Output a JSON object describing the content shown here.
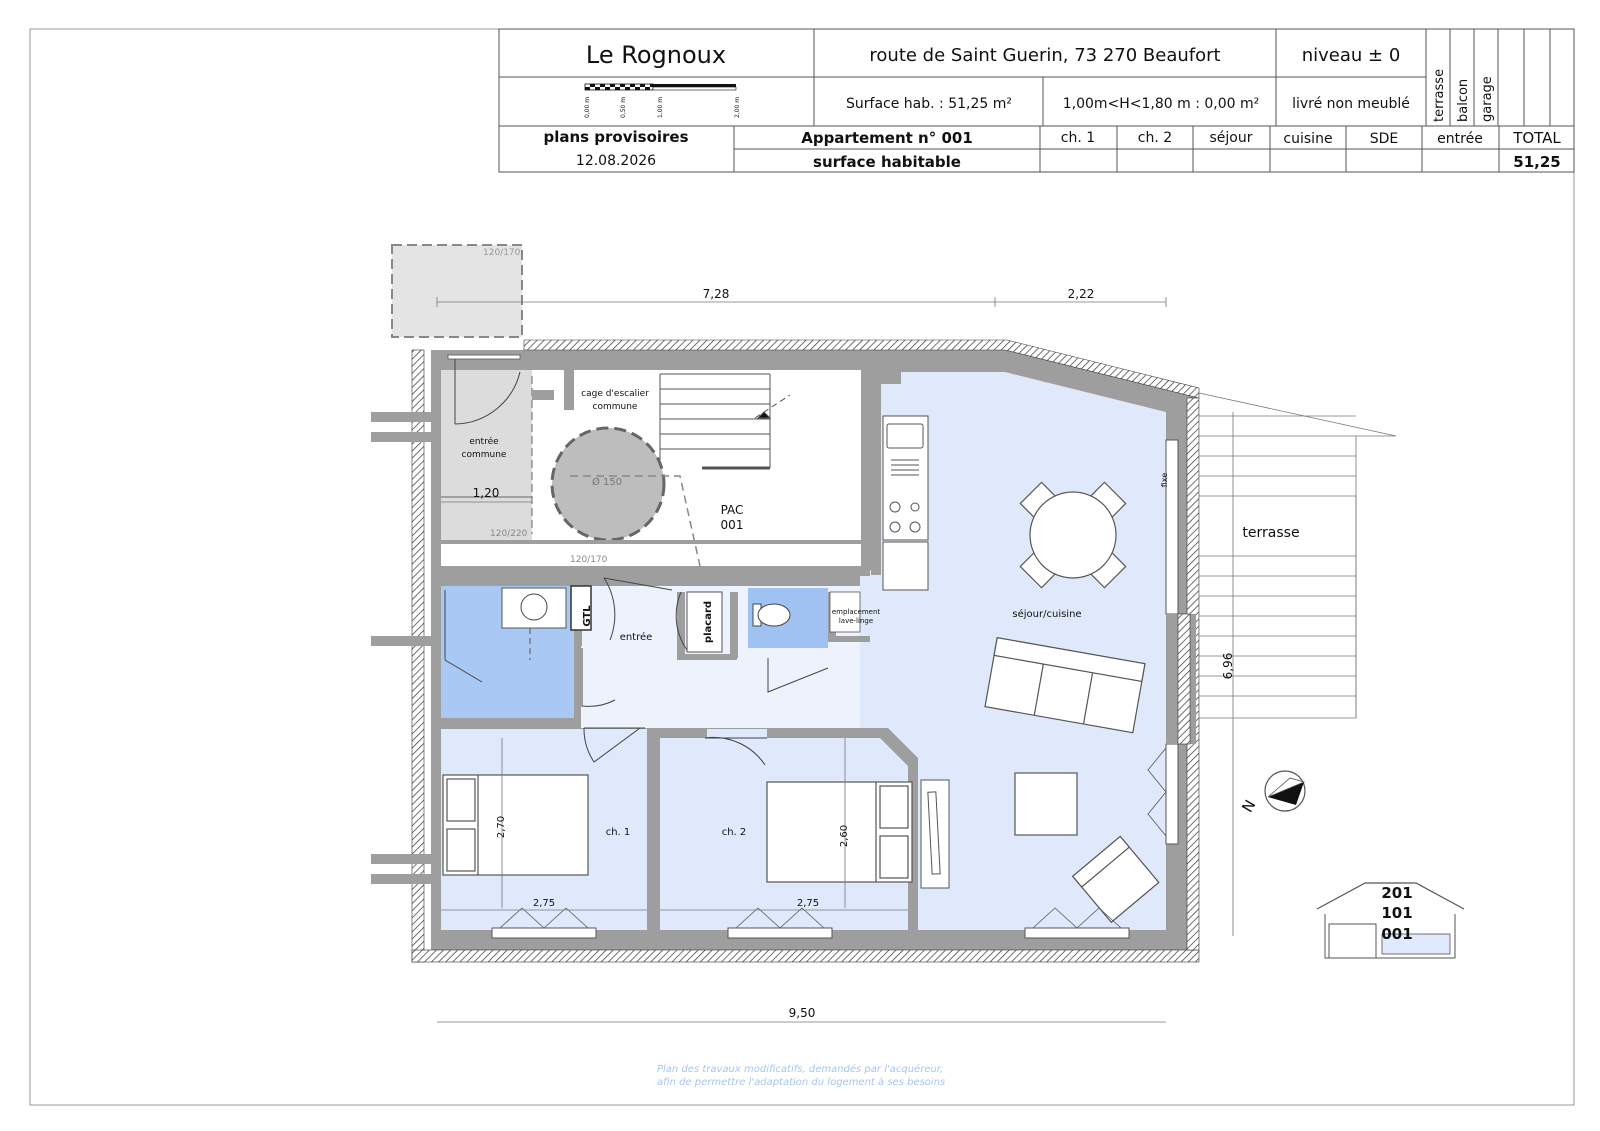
{
  "header": {
    "project_name": "Le Rognoux",
    "address": "route de Saint Guerin,  73 270 Beaufort",
    "level": "niveau ± 0",
    "surface_hab_label": "Surface hab. :  51,25 m²",
    "surface_low_label": "1,00m<H<1,80 m : 0,00 m²",
    "delivery": "livré non meublé",
    "vertical_cols": [
      "terrasse",
      "balcon",
      "garage"
    ],
    "scale_labels": [
      "0,00 m",
      "0,50 m",
      "1,00 m",
      "2,00 m"
    ],
    "status": "plans provisoires",
    "date": "12.08.2026",
    "apartment": "Appartement n° 001",
    "surface_row_label": "surface habitable",
    "columns": [
      "ch. 1",
      "ch. 2",
      "séjour",
      "cuisine",
      "SDE",
      "entrée",
      "TOTAL"
    ],
    "total_value": "51,25"
  },
  "plan": {
    "rooms": {
      "cage": "cage d'escalier\ncommune",
      "entree_commune": "entrée\ncommune",
      "pac": "PAC\n001",
      "gtl": "GTL",
      "entree": "entrée",
      "placard": "placard",
      "emplacement": "emplacement\nlave-linge",
      "sejour": "séjour/cuisine",
      "ch1": "ch. 1",
      "ch2": "ch. 2",
      "terrasse": "terrasse",
      "fixe": "fixe"
    },
    "dimensions": {
      "d728": "7,28",
      "d222": "2,22",
      "d120": "1,20",
      "d270": "2,70",
      "d275a": "2,75",
      "d260": "2,60",
      "d275b": "2,75",
      "d696": "6,96",
      "d950": "9,50"
    },
    "openings": {
      "o1": "120/170",
      "o2": "120/220",
      "o3": "120/170",
      "circle": "Ø 150"
    },
    "north": "N",
    "levels": [
      "201",
      "101",
      "001"
    ]
  },
  "footer": {
    "note_line1": "Plan des travaux modificatifs, demandés par l'acquéreur,",
    "note_line2": "afin de permettre l'adaptation du logement à ses besoins"
  },
  "colors": {
    "wall": "#9e9e9e",
    "room_light": "#dfe9fb",
    "room_sde": "#a9c8f4",
    "room_wc": "#9fc2f3",
    "common": "#dcdcdc",
    "note": "#a6c6ee"
  }
}
